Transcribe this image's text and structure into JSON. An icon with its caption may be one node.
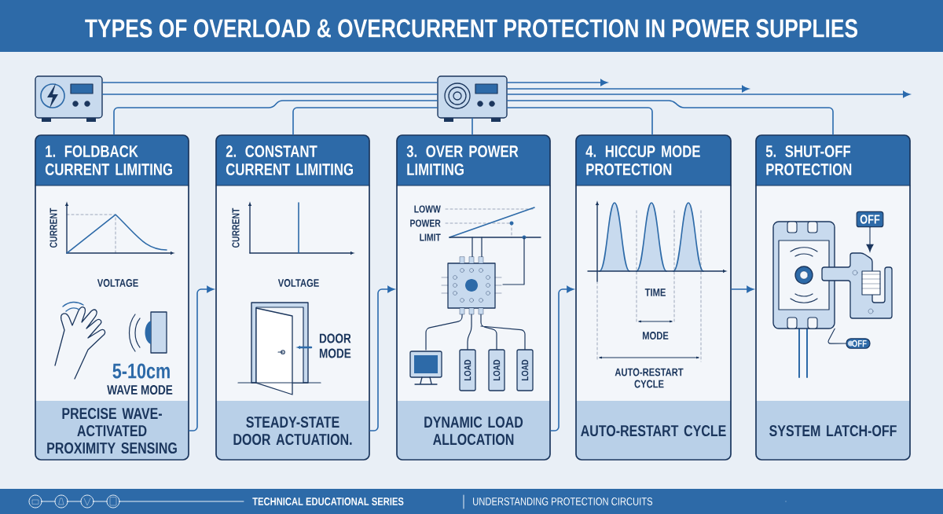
{
  "diagram": {
    "title": "TYPES OF OVERLOAD & OVERCURRENT PROTECTION IN POWER SUPPLIES",
    "nodes": [
      {
        "text": [],
        "shape": "picture"
      },
      {
        "text": [],
        "shape": "picture"
      },
      {
        "text": [
          "1. FOLDBACK CURRENT LIMITING",
          "PRECISE WAVE-ACTIVATED PROXIMITY SENSING"
        ]
      },
      {
        "text": [
          "2. CONSTANT CURRENT LIMITING",
          "STEADY-STATE DOOR ACTUATION."
        ]
      },
      {
        "text": [
          "3. OVER POWER LIMITING",
          "DYNAMIC LOAD ALLOCATION"
        ]
      },
      {
        "text": [
          "4. HICCUP MODE PROTECTION",
          "AUTO-RESTART CYCLE"
        ]
      },
      {
        "text": [
          "5. SHUT-OFF PROTECTION",
          "SYSTEM LATCH-OFF"
        ]
      },
      {
        "text": [
          "OFF"
        ],
        "in": 6
      },
      {
        "text": [
          "OFF"
        ],
        "in": 6
      },
      {
        "text": [],
        "shape": "picture",
        "in": 6
      },
      {
        "text": [],
        "shape": "picture",
        "in": 6
      }
    ],
    "edges": [
      {
        "from": 0,
        "to": 1,
        "arrow": "none"
      },
      {
        "from": 0,
        "to": 1,
        "arrow": "none"
      },
      {
        "from": 1,
        "to": 2,
        "arrow": "none"
      },
      {
        "from": 1,
        "to": 3,
        "arrow": "none"
      },
      {
        "from": 1,
        "to": 4,
        "arrow": "none"
      },
      {
        "from": 1,
        "to": 5,
        "arrow": "none"
      },
      {
        "from": 1,
        "to": 6,
        "arrow": "none"
      },
      {
        "from": 1,
        "to": null,
        "arrow": "to"
      },
      {
        "from": 1,
        "to": null,
        "arrow": "to"
      },
      {
        "from": 1,
        "to": null,
        "arrow": "to"
      },
      {
        "from": 2,
        "to": 3,
        "arrow": "to"
      },
      {
        "from": 3,
        "to": 4,
        "arrow": "to"
      },
      {
        "from": 4,
        "to": 5,
        "arrow": "to"
      },
      {
        "from": 5,
        "to": 6,
        "arrow": "to"
      },
      {
        "from": 7,
        "to": 10,
        "arrow": "to"
      },
      {
        "from": 8,
        "to": 9,
        "arrow": "none"
      }
    ],
    "labels": [
      "CURRENT",
      "VOLTAGE",
      "5-10cm",
      "WAVE MODE",
      "CURRENT",
      "VOLTAGE",
      "DOOR MODE",
      "LOWW",
      "POWER",
      "LIMIT",
      "LOAD",
      "LOAD",
      "LOAD",
      "TIME",
      "MODE",
      "AUTO-RESTART CYCLE",
      "TECHNICAL EDUCATIONAL SERIES",
      "UNDERSTANDING PROTECTION CIRCUITS"
    ]
  }
}
